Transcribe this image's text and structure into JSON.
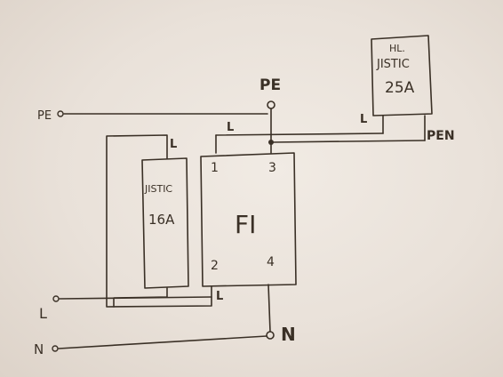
{
  "labels": {
    "pe_left": "PE",
    "pe_top": "PE",
    "l_left": "L",
    "n_left": "N",
    "n_bottom": "N",
    "pen": "PEN",
    "l_top_f1": "L",
    "l_main_breaker": "L",
    "l_breaker16": "L",
    "l_bottom_f1": "L"
  },
  "main_breaker": {
    "line1": "HL.",
    "line2": "JISTIC",
    "line3": "25A"
  },
  "breaker16": {
    "line1": "JISTIC",
    "line2": "16A"
  },
  "rcd": {
    "name": "FI",
    "t1": "1",
    "t2": "2",
    "t3": "3",
    "t4": "4"
  }
}
